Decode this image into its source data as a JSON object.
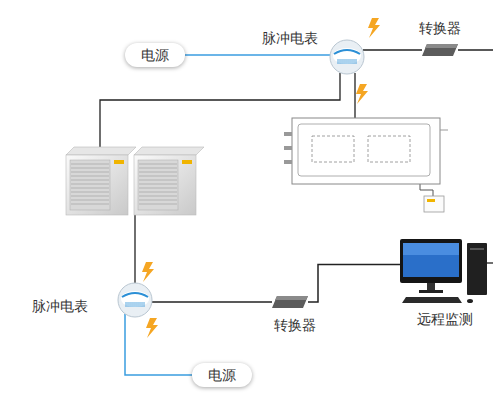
{
  "diagram": {
    "nodes": [
      {
        "text": [
          "电源"
        ]
      },
      {
        "text": [
          "脉冲电表"
        ]
      },
      {
        "text": [
          "转换器"
        ]
      },
      {
        "text": [
          "脉冲电表"
        ]
      },
      {
        "text": [
          "转换器"
        ]
      },
      {
        "text": [
          "远程监测"
        ]
      },
      {
        "text": [
          "电源"
        ]
      }
    ],
    "edges": [
      {
        "from": 0,
        "to": 1,
        "arrow": "none"
      },
      {
        "from": 1,
        "to": 2,
        "arrow": "none"
      },
      {
        "from": 3,
        "to": 6,
        "arrow": "none"
      },
      {
        "from": 3,
        "to": 4,
        "arrow": "none"
      },
      {
        "from": 4,
        "to": 5,
        "arrow": "none"
      }
    ]
  }
}
